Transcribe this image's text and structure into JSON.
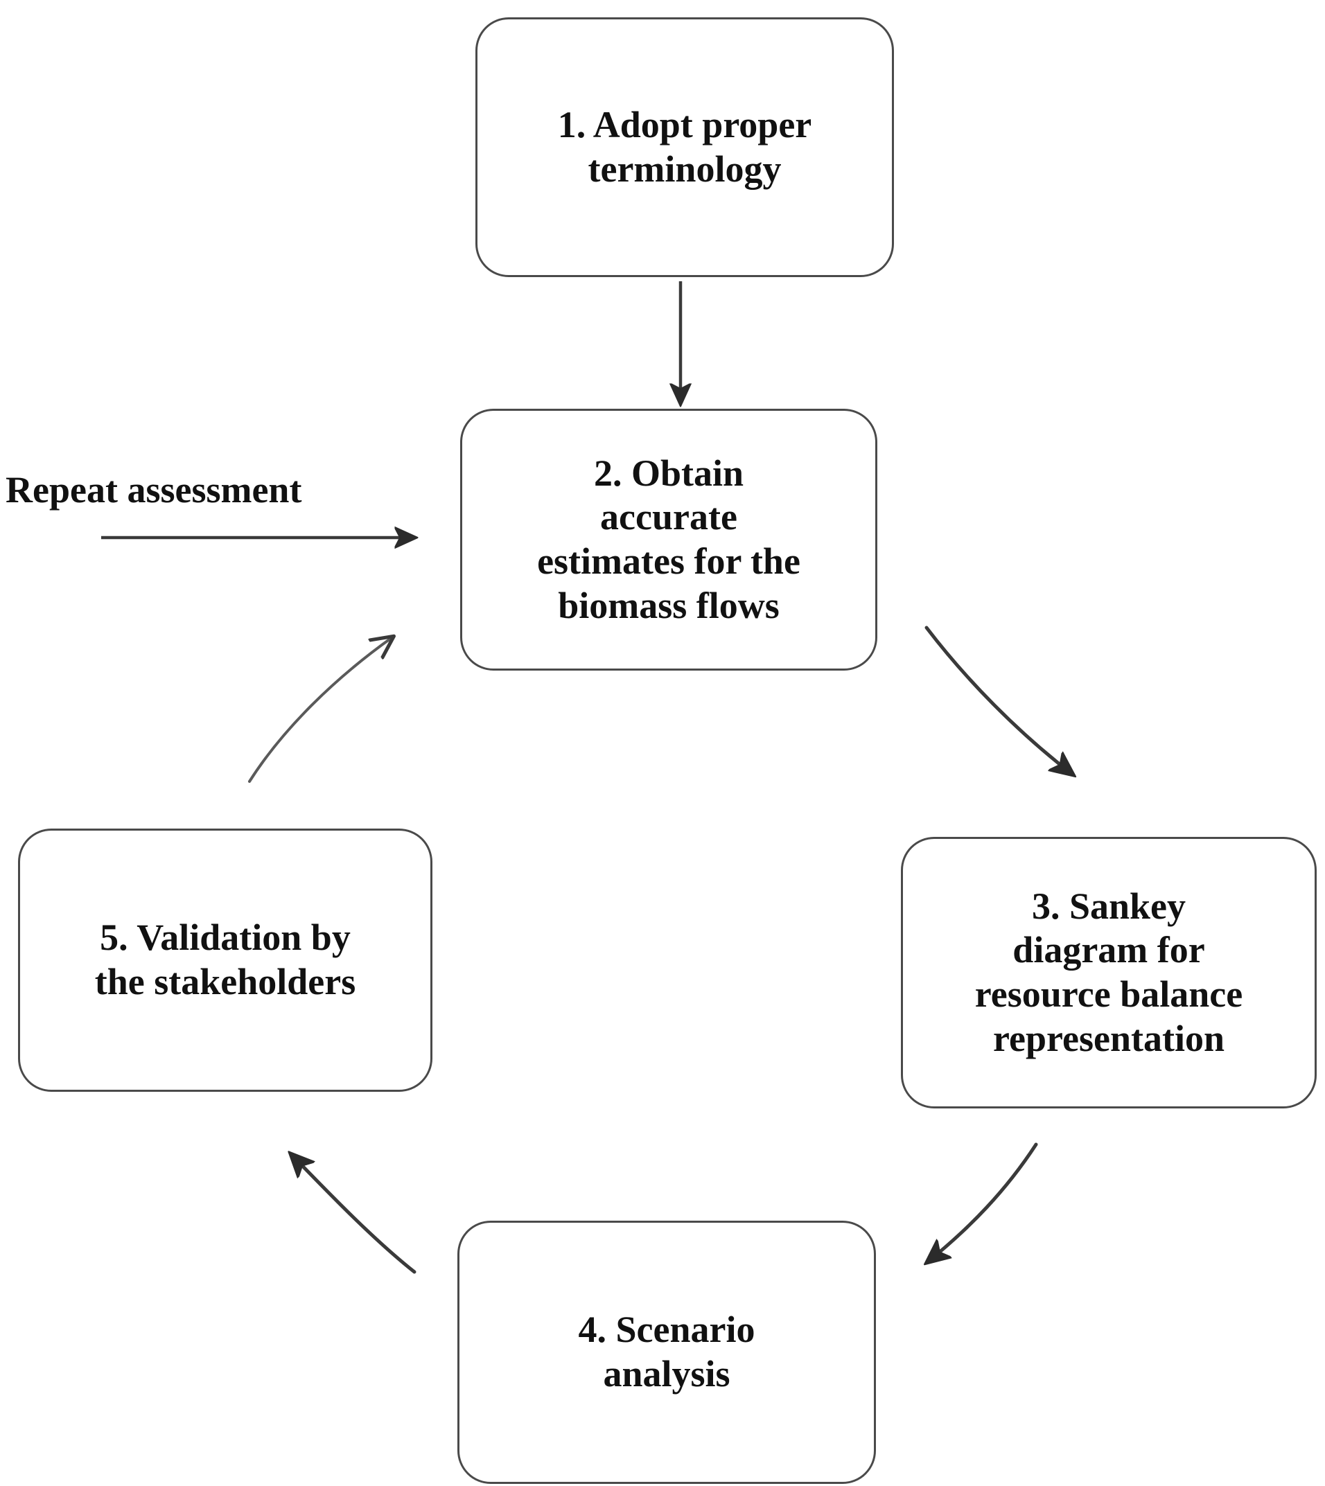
{
  "diagram": {
    "type": "cycle-flowchart",
    "title": "",
    "background_color": "#ffffff",
    "node_border_color": "#4a4a4a",
    "text_color": "#111111",
    "nodes": [
      {
        "id": "step-1",
        "number": "1.",
        "label": "1. Adopt proper\nterminology",
        "position": "top"
      },
      {
        "id": "step-2",
        "number": "2.",
        "label": "2. Obtain\naccurate\nestimates for the\nbiomass flows",
        "position": "upper-center"
      },
      {
        "id": "step-3",
        "number": "3.",
        "label": "3. Sankey\ndiagram for\nresource balance\nrepresentation",
        "position": "right"
      },
      {
        "id": "step-4",
        "number": "4.",
        "label": "4. Scenario\nanalysis",
        "position": "bottom"
      },
      {
        "id": "step-5",
        "number": "5.",
        "label": "5. Validation by\nthe stakeholders",
        "position": "left"
      }
    ],
    "edges": [
      {
        "id": "edge-1-2",
        "from": "step-1",
        "to": "step-2",
        "style": "straight",
        "direction": "down",
        "label": ""
      },
      {
        "id": "edge-2-3",
        "from": "step-2",
        "to": "step-3",
        "style": "curved",
        "direction": "down-right",
        "label": ""
      },
      {
        "id": "edge-3-4",
        "from": "step-3",
        "to": "step-4",
        "style": "curved",
        "direction": "down-left",
        "label": ""
      },
      {
        "id": "edge-4-5",
        "from": "step-4",
        "to": "step-5",
        "style": "curved",
        "direction": "up-left",
        "label": ""
      },
      {
        "id": "edge-5-2",
        "from": "step-5",
        "to": "step-2",
        "style": "curved",
        "direction": "up-right",
        "label": "Repeat assessment"
      },
      {
        "id": "edge-repeat-entry",
        "from": "",
        "to": "step-2",
        "style": "straight",
        "direction": "right",
        "label": "Repeat assessment"
      }
    ],
    "labels": {
      "repeat_assessment": "Repeat assessment"
    }
  }
}
